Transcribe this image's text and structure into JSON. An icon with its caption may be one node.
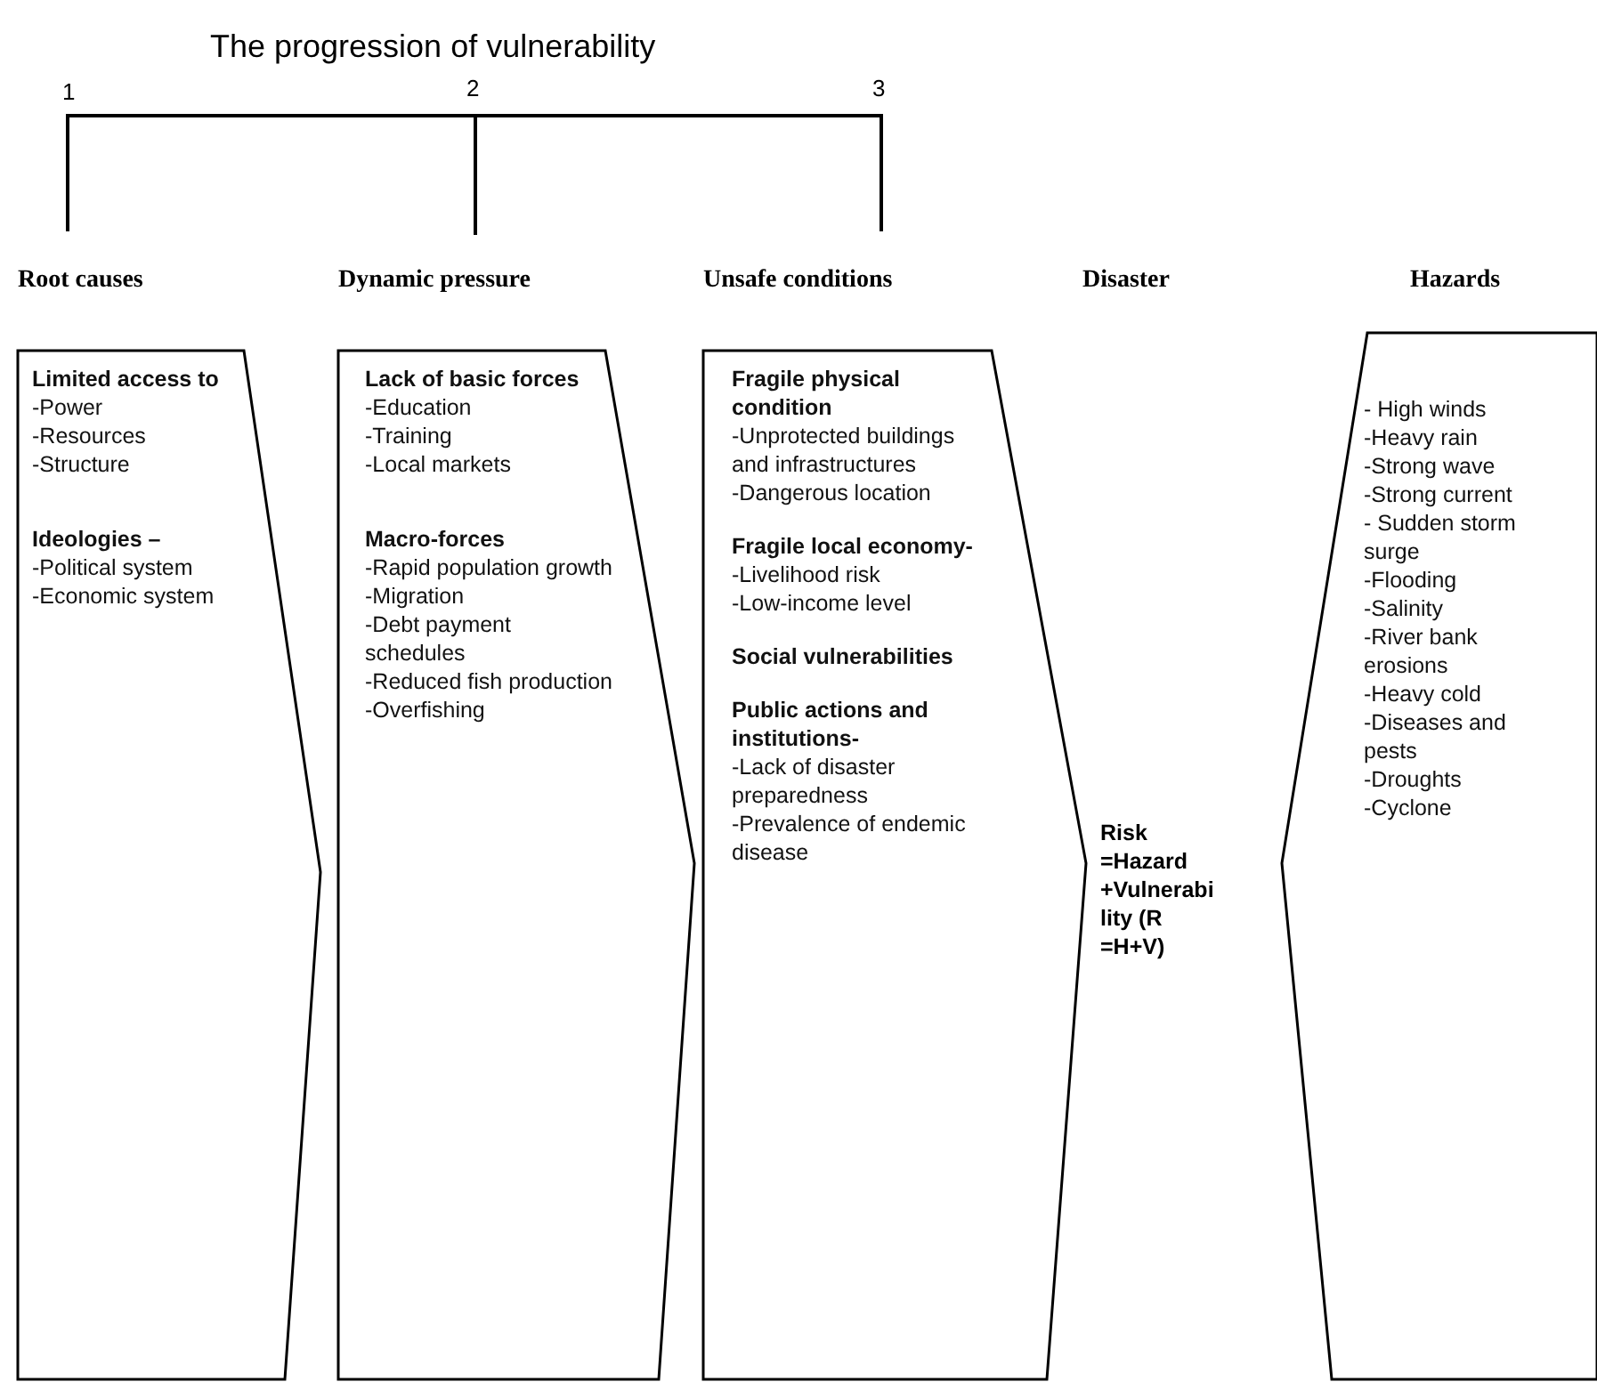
{
  "diagram": {
    "title": "The progression of vulnerability",
    "nodes": [
      {
        "text": [
          "Root causes",
          "Limited access to",
          "-Power",
          "-Resources",
          "-Structure",
          "Ideologies –",
          "-Political system",
          "-Economic system"
        ]
      },
      {
        "text": [
          "Dynamic pressure",
          "Lack of basic forces",
          "-Education",
          "-Training",
          "-Local markets",
          "Macro-forces",
          "-Rapid population growth",
          "-Migration",
          "-Debt payment schedules",
          "-Reduced fish production",
          "-Overfishing"
        ]
      },
      {
        "text": [
          "Unsafe conditions",
          "Fragile physical condition",
          "-Unprotected buildings and infrastructures",
          "-Dangerous location",
          "Fragile local economy-",
          "-Livelihood risk",
          "-Low-income level",
          "Social vulnerabilities",
          "Public actions and institutions-",
          "-Lack of disaster preparedness",
          "-Prevalence of endemic disease"
        ]
      },
      {
        "text": [
          "Hazards",
          "- High winds",
          "-Heavy rain",
          "-Strong wave",
          "-Strong current",
          "- Sudden storm surge",
          "-Flooding",
          "-Salinity",
          "-River bank erosions",
          "-Heavy cold",
          "-Diseases and pests",
          "-Droughts",
          "-Cyclone"
        ]
      }
    ],
    "labels": [
      "1",
      "2",
      "3",
      "Disaster",
      "Risk =Hazard +Vulnerability (R =H+V)"
    ]
  }
}
